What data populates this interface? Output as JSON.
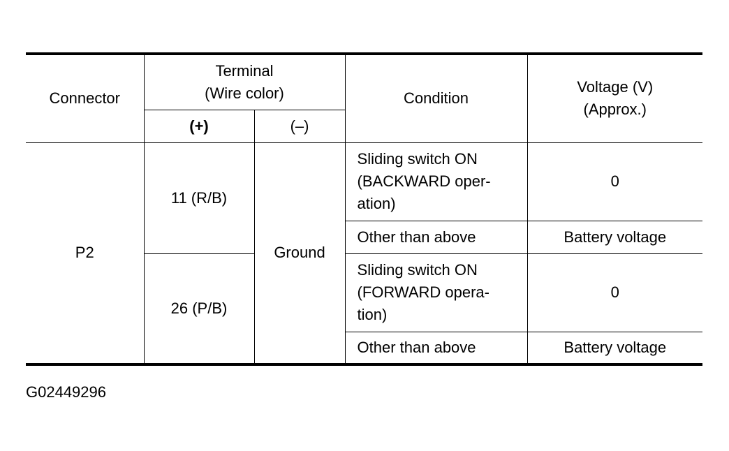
{
  "table": {
    "headers": {
      "connector": "Connector",
      "terminal_line1": "Terminal",
      "terminal_line2": "(Wire color)",
      "plus": "(+)",
      "minus": "(–)",
      "condition": "Condition",
      "voltage_line1": "Voltage (V)",
      "voltage_line2": "(Approx.)"
    },
    "connector": "P2",
    "ground": "Ground",
    "rows": [
      {
        "terminal": "11 (R/B)",
        "states": [
          {
            "condition": [
              "Sliding switch ON",
              "(BACKWARD oper-",
              "ation)"
            ],
            "voltage": "0"
          },
          {
            "condition": [
              "Other than above"
            ],
            "voltage": "Battery voltage"
          }
        ]
      },
      {
        "terminal": "26 (P/B)",
        "states": [
          {
            "condition": [
              "Sliding switch ON",
              "(FORWARD opera-",
              "tion)"
            ],
            "voltage": "0"
          },
          {
            "condition": [
              "Other than above"
            ],
            "voltage": "Battery voltage"
          }
        ]
      }
    ]
  },
  "figure_id": "G02449296"
}
